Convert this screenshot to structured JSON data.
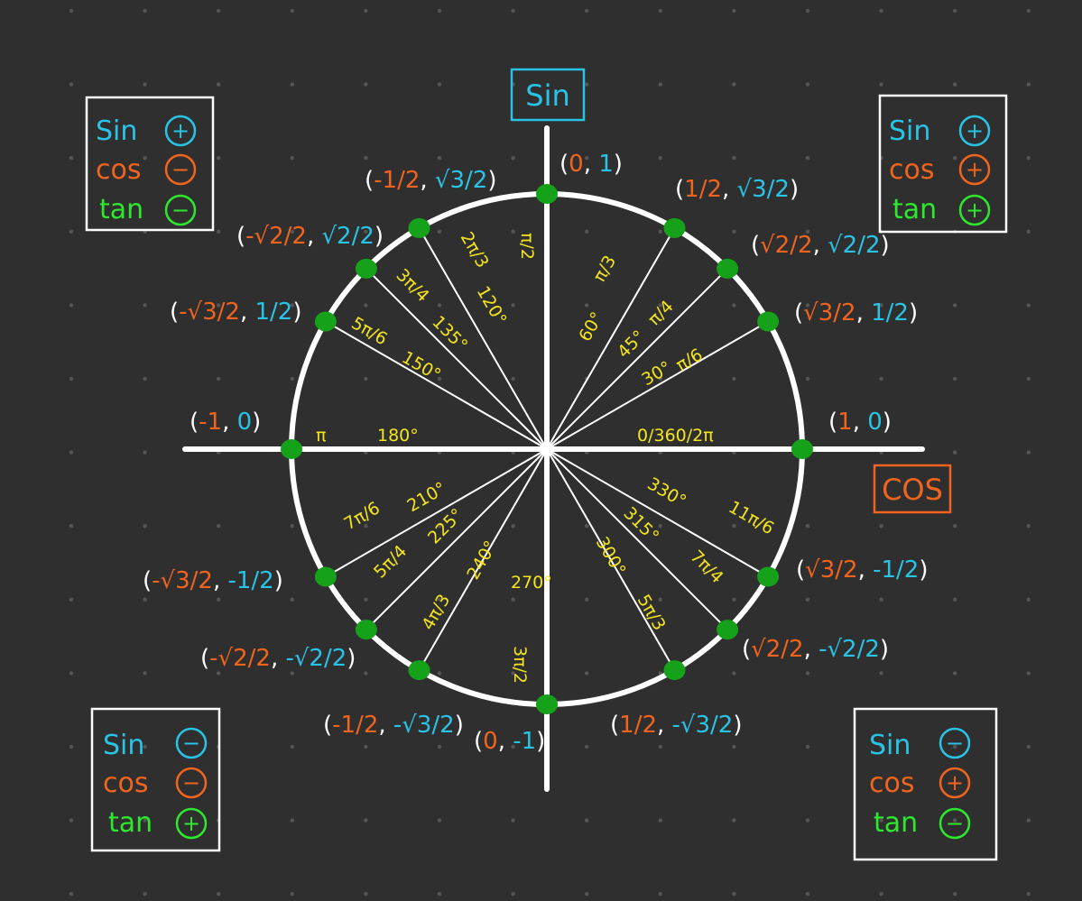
{
  "colors": {
    "background": "#2f2f2f",
    "dots": "#555555",
    "white": "#ffffff",
    "sin": "#29c3e6",
    "cos": "#f0641e",
    "tan": "#2ee82e",
    "point": "#16a11a",
    "angle": "#f5e51c"
  },
  "axes": {
    "sin_label": "Sin",
    "cos_label": "COS"
  },
  "quadrants": {
    "q1": {
      "sin": "Sin",
      "sin_sign": "+",
      "cos": "cos",
      "cos_sign": "+",
      "tan": "tan",
      "tan_sign": "+"
    },
    "q2": {
      "sin": "Sin",
      "sin_sign": "+",
      "cos": "cos",
      "cos_sign": "−",
      "tan": "tan",
      "tan_sign": "−"
    },
    "q3": {
      "sin": "Sin",
      "sin_sign": "−",
      "cos": "cos",
      "cos_sign": "−",
      "tan": "tan",
      "tan_sign": "+"
    },
    "q4": {
      "sin": "Sin",
      "sin_sign": "−",
      "cos": "cos",
      "cos_sign": "+",
      "tan": "tan",
      "tan_sign": "−"
    }
  },
  "coords": {
    "p0": {
      "x": "1",
      "y": "0"
    },
    "p30": {
      "x": "√3/2",
      "y": "1/2"
    },
    "p45": {
      "x": "√2/2",
      "y": "√2/2"
    },
    "p60": {
      "x": "1/2",
      "y": "√3/2"
    },
    "p90": {
      "x": "0",
      "y": "1"
    },
    "p120": {
      "x": "-1/2",
      "y": "√3/2"
    },
    "p135": {
      "x": "-√2/2",
      "y": "√2/2"
    },
    "p150": {
      "x": "-√3/2",
      "y": "1/2"
    },
    "p180": {
      "x": "-1",
      "y": "0"
    },
    "p210": {
      "x": "-√3/2",
      "y": "-1/2"
    },
    "p225": {
      "x": "-√2/2",
      "y": "-√2/2"
    },
    "p240": {
      "x": "-1/2",
      "y": "-√3/2"
    },
    "p270": {
      "x": "0",
      "y": "-1"
    },
    "p300": {
      "x": "1/2",
      "y": "-√3/2"
    },
    "p315": {
      "x": "√2/2",
      "y": "-√2/2"
    },
    "p330": {
      "x": "√3/2",
      "y": "-1/2"
    }
  },
  "angles": {
    "a0": "0/360/2π",
    "a30_deg": "30°",
    "a30_rad": "π/6",
    "a45_deg": "45°",
    "a45_rad": "π/4",
    "a60_deg": "60°",
    "a60_rad": "π/3",
    "a90_rad": "π/2",
    "a120_deg": "120°",
    "a120_rad": "2π/3",
    "a135_deg": "135°",
    "a135_rad": "3π/4",
    "a150_deg": "150°",
    "a150_rad": "5π/6",
    "a180_deg": "180°",
    "a180_rad": "π",
    "a210_deg": "210°",
    "a210_rad": "7π/6",
    "a225_deg": "225°",
    "a225_rad": "5π/4",
    "a240_deg": "240°",
    "a240_rad": "4π/3",
    "a270_deg": "270°",
    "a270_rad": "3π/2",
    "a300_deg": "300°",
    "a300_rad": "5π/3",
    "a315_deg": "315°",
    "a315_rad": "7π/4",
    "a330_deg": "330°",
    "a330_rad": "11π/6"
  }
}
